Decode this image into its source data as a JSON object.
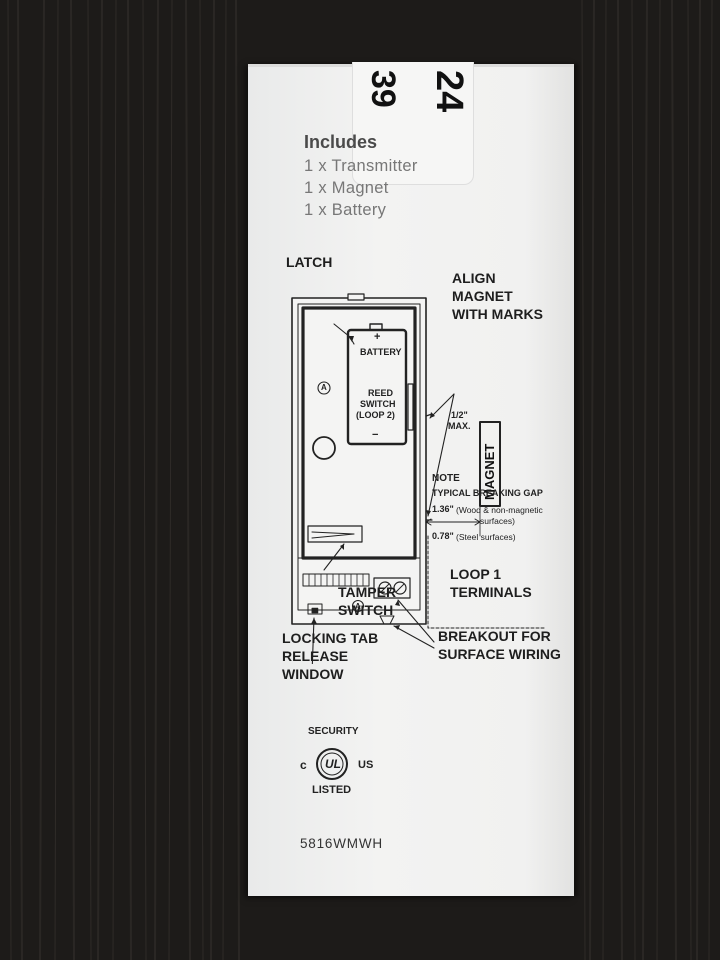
{
  "sticker": {
    "line1": "39",
    "line2": "24"
  },
  "includes": {
    "title": "Includes",
    "items": [
      "1 x Transmitter",
      "1 x Magnet",
      "1 x Battery"
    ]
  },
  "diagram": {
    "latch": "LATCH",
    "align": [
      "ALIGN",
      "MAGNET",
      "WITH MARKS"
    ],
    "battery_plus": "+",
    "battery": "BATTERY",
    "battery_minus": "−",
    "reed": [
      "REED",
      "SWITCH",
      "(LOOP 2)"
    ],
    "magnet": "MAGNET",
    "gap_half": "1/2\"",
    "gap_max": "MAX.",
    "note_title": "NOTE",
    "note_heading": "TYPICAL BREAKING GAP",
    "note_wood_value": "1.36\"",
    "note_wood_text": "(Wood & non-magnetic",
    "note_wood_text2": "surfaces)",
    "note_steel_value": "0.78\"",
    "note_steel_text": "(Steel surfaces)",
    "marker_a": "A",
    "tamper": [
      "TAMPER",
      "SWITCH"
    ],
    "loop1": [
      "LOOP 1",
      "TERMINALS"
    ],
    "locking": [
      "LOCKING TAB",
      "RELEASE",
      "WINDOW"
    ],
    "breakout": [
      "BREAKOUT FOR",
      "SURFACE WIRING"
    ]
  },
  "certification": {
    "top": "SECURITY",
    "c": "c",
    "ul": "UL",
    "us": "US",
    "bottom": "LISTED"
  },
  "model": "5816WMWH",
  "colors": {
    "background": "#1c1a18",
    "box": "#f1f1f0",
    "ink": "#1e1e1e"
  }
}
